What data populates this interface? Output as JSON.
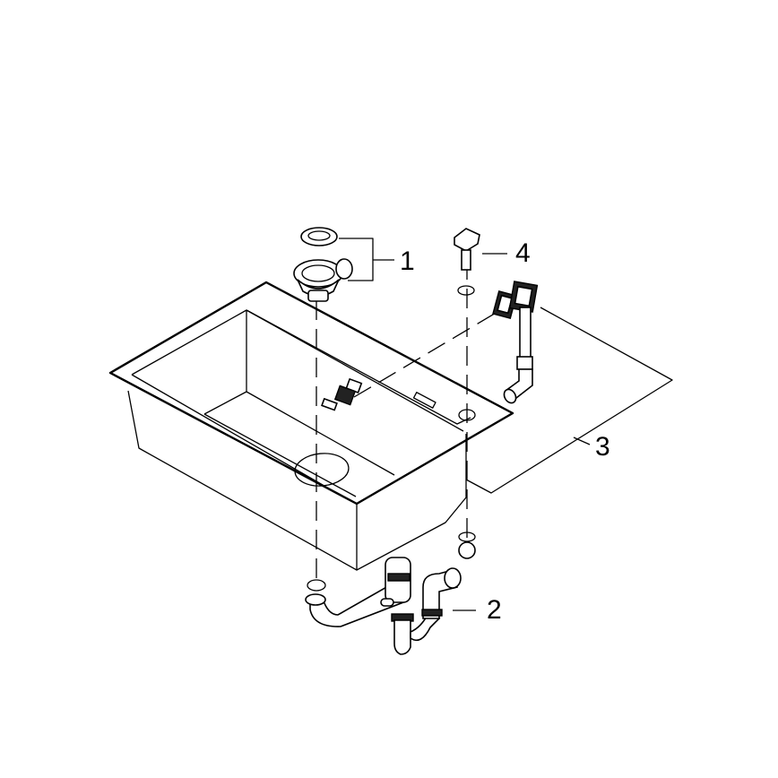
{
  "diagram": {
    "type": "exploded-view assembly drawing",
    "subject": "kitchen sink with fittings",
    "background": "#ffffff",
    "line_color": "#000000"
  },
  "callouts": [
    {
      "id": "1",
      "label": "1",
      "part": "strainer basket waste (plug and strainer body)"
    },
    {
      "id": "2",
      "label": "2",
      "part": "siphon / trap with connecting pipes"
    },
    {
      "id": "3",
      "label": "3",
      "part": "overflow set with connection hose"
    },
    {
      "id": "4",
      "label": "4",
      "part": "pop-up / tap-hole knob with seal"
    }
  ]
}
